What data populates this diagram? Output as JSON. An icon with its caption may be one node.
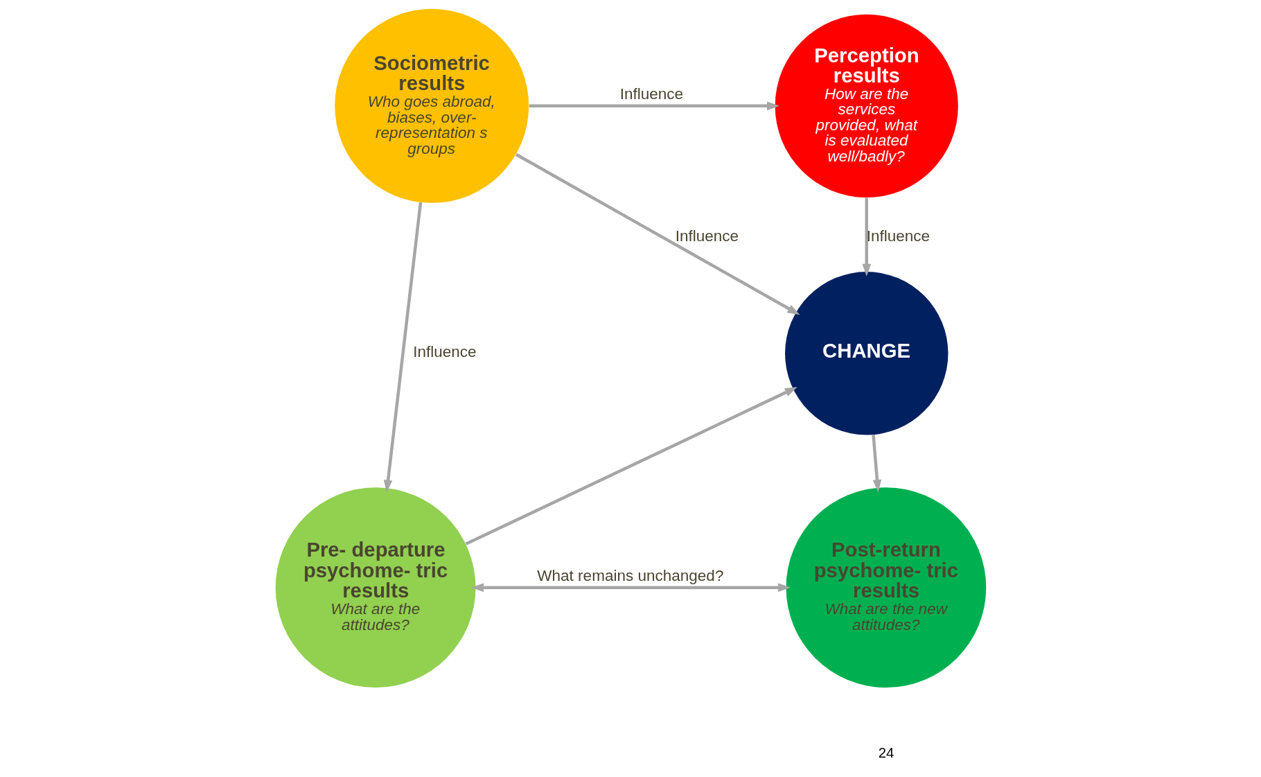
{
  "diagram": {
    "nodes": [
      {
        "text": [
          "Sociometric results",
          "Who goes abroad, biases, over- representation s groups"
        ]
      },
      {
        "text": [
          "Perception results",
          "How are the services provided, what is evaluated well/badly?"
        ]
      },
      {
        "text": [
          "CHANGE"
        ]
      },
      {
        "text": [
          "Pre- departure psychome- tric results",
          "What are the attitudes?"
        ]
      },
      {
        "text": [
          "Post-return psychome- tric results",
          "What are the new attitudes?"
        ]
      }
    ],
    "edges": [
      {
        "from": 0,
        "to": 1,
        "arrow": "to",
        "label": "Influence"
      },
      {
        "from": 0,
        "to": 2,
        "arrow": "to",
        "label": "Influence"
      },
      {
        "from": 1,
        "to": 2,
        "arrow": "to",
        "label": "Influence"
      },
      {
        "from": 0,
        "to": 3,
        "arrow": "to",
        "label": "Influence"
      },
      {
        "from": 3,
        "to": 2,
        "arrow": "to"
      },
      {
        "from": 2,
        "to": 4,
        "arrow": "to"
      },
      {
        "from": 3,
        "to": 4,
        "arrow": "both",
        "label": "What remains unchanged?"
      }
    ],
    "labels": [
      "24"
    ]
  }
}
